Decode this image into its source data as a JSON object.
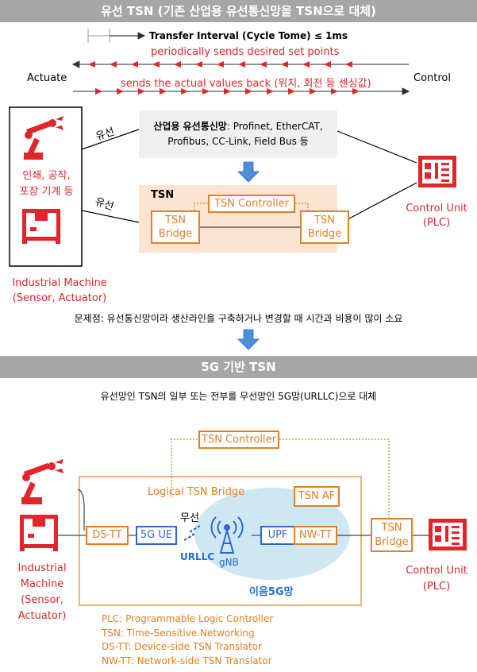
{
  "top": {
    "banner": "유선 TSN (기존 산업용 유선통신망을 TSN으로 대체)",
    "transfer_interval": "Transfer Interval (Cycle Tome) ≤ 1ms",
    "sends_set_points": "periodically sends desired set points",
    "actuate": "Actuate",
    "control": "Control",
    "sends_actual": "sends the actual values back (위치, 회전 등 센싱값)",
    "machine_label": "인쇄, 공작,\n포장 기계 등",
    "wired_1": "유선",
    "wired_2": "유선",
    "legacy_title": "산업용 유선통신망",
    "legacy_rest": ": Profinet, EtherCAT,",
    "legacy_line2": "Profibus, CC-Link, Field Bus 등",
    "tsn_label": "TSN",
    "tsn_controller": "TSN Controller",
    "tsn_bridge": "TSN\nBridge",
    "control_unit": "Control Unit\n(PLC)",
    "industrial_machine": "Industrial Machine\n(Sensor, Actuator)",
    "problem": "문제점: 유선통신망이라 생산라인을 구축하거나 변경할 때 시간과 비용이 많이 소요"
  },
  "bottom": {
    "banner": "5G 기반 TSN",
    "subtitle": "유선망인 TSN의 일부 또는 전부를 무선망인 5G망(URLLC)으로 대체",
    "tsn_controller": "TSN Controller",
    "logical_bridge": "Logical TSN Bridge",
    "tsn_af": "TSN AF",
    "wireless": "무선",
    "ds_tt": "DS-TT",
    "ue": "5G UE",
    "upf": "UPF",
    "nw_tt": "NW-TT",
    "tsn_bridge": "TSN\nBridge",
    "urllc": "URLLC",
    "gnb": "gNB",
    "mobile_5g": "이음5G망",
    "industrial_machine": "Industrial\nMachine\n(Sensor,\nActuator)",
    "control_unit": "Control Unit\n(PLC)",
    "legend": [
      "PLC: Programmable Logic Controller",
      "TSN: Time-Sensitive Networking",
      "DS-TT: Device-side TSN Translator",
      "NW-TT: Network-side TSN Translator"
    ]
  },
  "colors": {
    "red": "#e0262b",
    "orange": "#e67e22",
    "blue": "#2b67d6",
    "banner_gray": "#a6a6a6",
    "tsn_bg": "#fce4d2",
    "legacy_bg": "#efefef",
    "ellipse": "#cfe6f3"
  },
  "icons": [
    "robot-arm-icon",
    "machine-box-icon",
    "plc-icon",
    "antenna-icon",
    "down-arrow-icon",
    "lightning-icon"
  ]
}
